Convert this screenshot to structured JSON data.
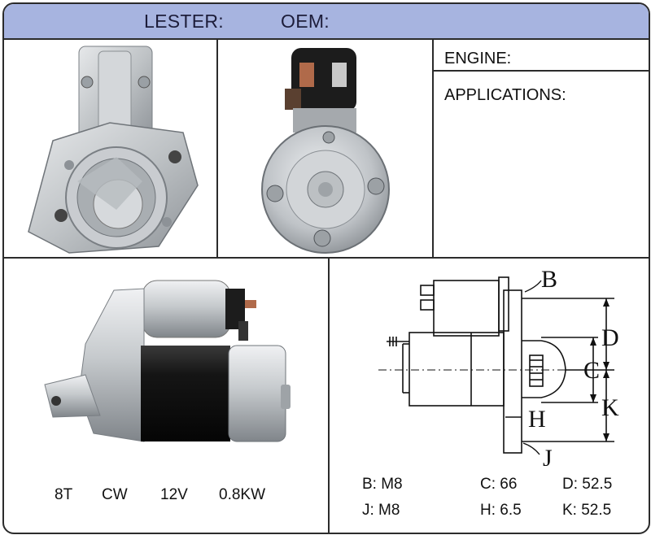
{
  "header": {
    "lester_label": "LESTER:",
    "oem_label": "OEM:"
  },
  "info": {
    "engine_label": "ENGINE:",
    "applications_label": "APPLICATIONS:"
  },
  "specs_left": [
    "8T",
    "CW",
    "12V",
    "0.8KW"
  ],
  "dimensions": {
    "b": "B: M8",
    "c": "C: 66",
    "d": "D: 52.5",
    "j": "J: M8",
    "h": "H: 6.5",
    "k": "K: 52.5"
  },
  "drawing_labels": {
    "b": "B",
    "d": "D",
    "c": "C",
    "k": "K",
    "h": "H",
    "j": "J"
  },
  "colors": {
    "header": "#a7b4e0",
    "border": "#2b2b2b",
    "metal": "#b9bcbe",
    "motor_black": "#151515"
  }
}
